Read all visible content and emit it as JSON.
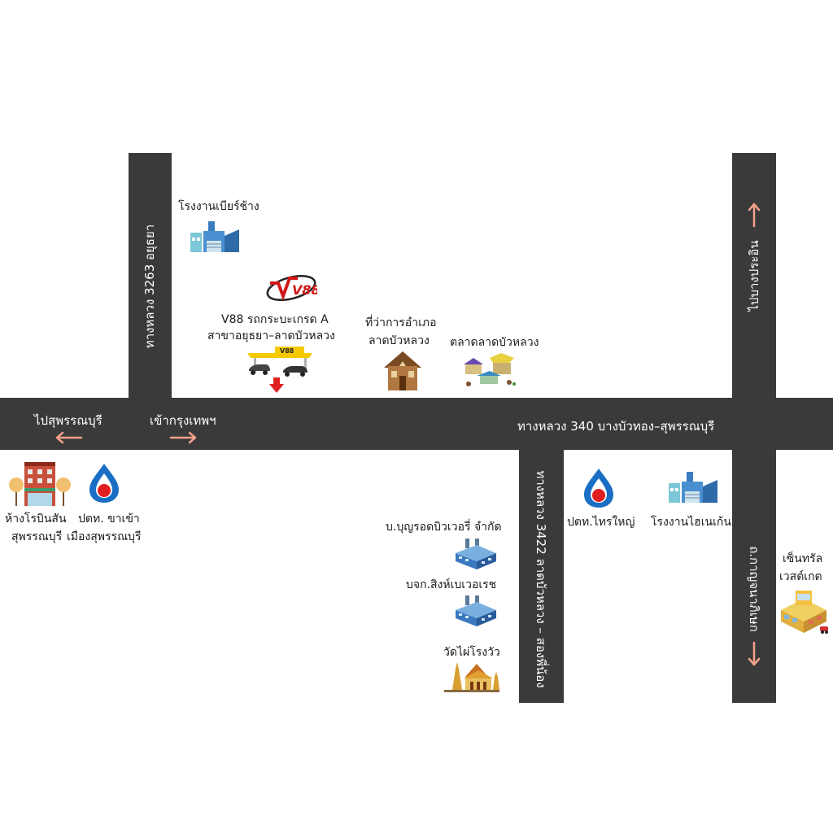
{
  "roads": {
    "main_road": "ทางหลวง 340 บางบัวทอง–สุพรรณบุรี",
    "left_vertical": "ทางหลวง 3263 อยุธยา",
    "center_vertical": "ทางหลวง 3422 ลาดบัวหลวง – สองพี่น้อง",
    "right_vertical_top": "ไปบางประอิน",
    "right_vertical_bottom": "ถ.กาญจนาภิเษก"
  },
  "directions": {
    "to_suphanburi": "ไปสุพรรณบุรี",
    "to_bangkok": "เข้ากรุงเทพฯ"
  },
  "places": {
    "beer_factory": "โรงงานเบียร์ช้าง",
    "v88_line1": "V88 รถกระบะเกรด A",
    "v88_line2": "สาขาอยุธยา–ลาดบัวหลวง",
    "v88_logo": "V88",
    "district_office_line1": "ที่ว่าการอำเภอ",
    "district_office_line2": "ลาดบัวหลวง",
    "market": "ตลาดลาดบัวหลวง",
    "robinson_line1": "ห้างโรบินสัน",
    "robinson_line2": "สุพรรณบุรี",
    "ptt_in_line1": "ปตท. ขาเข้า",
    "ptt_in_line2": "เมืองสุพรรณบุรี",
    "boonrod": "บ.บุญรอดบิวเวอรี่ จำกัด",
    "singha": "บจก.สิงห์เบเวอเรช",
    "temple": "วัดไผ่โรงวัว",
    "ptt_sai_yai": "ปตท.ไทรใหญ่",
    "heineken": "โรงงานไฮเนเก้น",
    "central_line1": "เซ็นทรัล",
    "central_line2": "เวสต์เกต"
  },
  "colors": {
    "road": "#3a3a3a",
    "arrow": "#f4a08a",
    "ptt_blue": "#1a6fc4",
    "ptt_red": "#e02020",
    "v88_yellow": "#f5c800"
  }
}
